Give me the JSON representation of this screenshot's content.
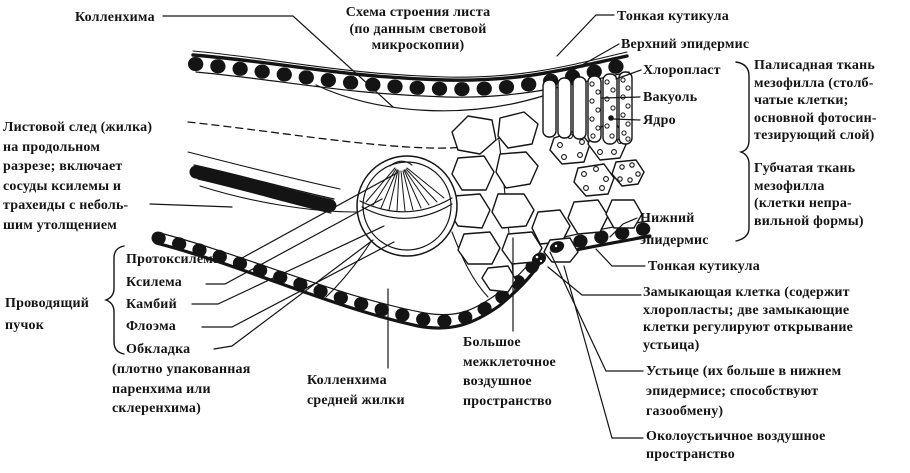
{
  "title": {
    "line1": "Схема строения листа",
    "line2": "(по данным световой",
    "line3": "микроскопии)"
  },
  "labels": {
    "kollenhima_top": "Колленхима",
    "tonkaya_kutikula_top": "Тонкая кутикула",
    "verkhniy_epidermis": "Верхний эпидермис",
    "khloroplast": "Хлоропласт",
    "vakuol": "Вакуоль",
    "yadro": "Ядро",
    "palisadnaya": [
      "Палисадная ткань",
      "мезофилла (столб-",
      "чатые клетки;",
      "основной фотосин-",
      "тезирующий слой)"
    ],
    "gubchataya": [
      "Губчатая ткань",
      "мезофилла",
      "(клетки непра-",
      "вильной формы)"
    ],
    "nizhniy_epidermis": [
      "Нижний",
      "эпидермис"
    ],
    "tonkaya_kutikula_bottom": "Тонкая кутикула",
    "zamykayushchaya": [
      "Замыкающая клетка (содержит",
      "хлоропласты; две замыкающие",
      "клетки регулируют открывание",
      "устьица)"
    ],
    "ustitse": [
      "Устьице (их больше в нижнем",
      "эпидермисе; способствуют",
      "газообмену)"
    ],
    "okoloustichnoe": [
      "Околоустьичное воздушное",
      "пространство"
    ],
    "listovoy_sled": [
      "Листовой след (жилка)",
      "на продольном",
      "разрезе; включает",
      "сосуды ксилемы и",
      "трахеиды с неболь-",
      "шим утолщением"
    ],
    "provodyashchiy": [
      "Проводящий",
      "пучок"
    ],
    "bundle_items": [
      "Протоксилема",
      "Ксилема",
      "Камбий",
      "Флоэма",
      "Обкладка"
    ],
    "obkladka_note": [
      "(плотно упакованная",
      "паренхима или",
      "склеренхима)"
    ],
    "kollenhima_sredney": [
      "Колленхима",
      "средней жилки"
    ],
    "bolshoe": [
      "Большое",
      "межклеточное",
      "воздушное",
      "пространство"
    ]
  },
  "colors": {
    "ink": "#141414",
    "paper": "#ffffff"
  }
}
